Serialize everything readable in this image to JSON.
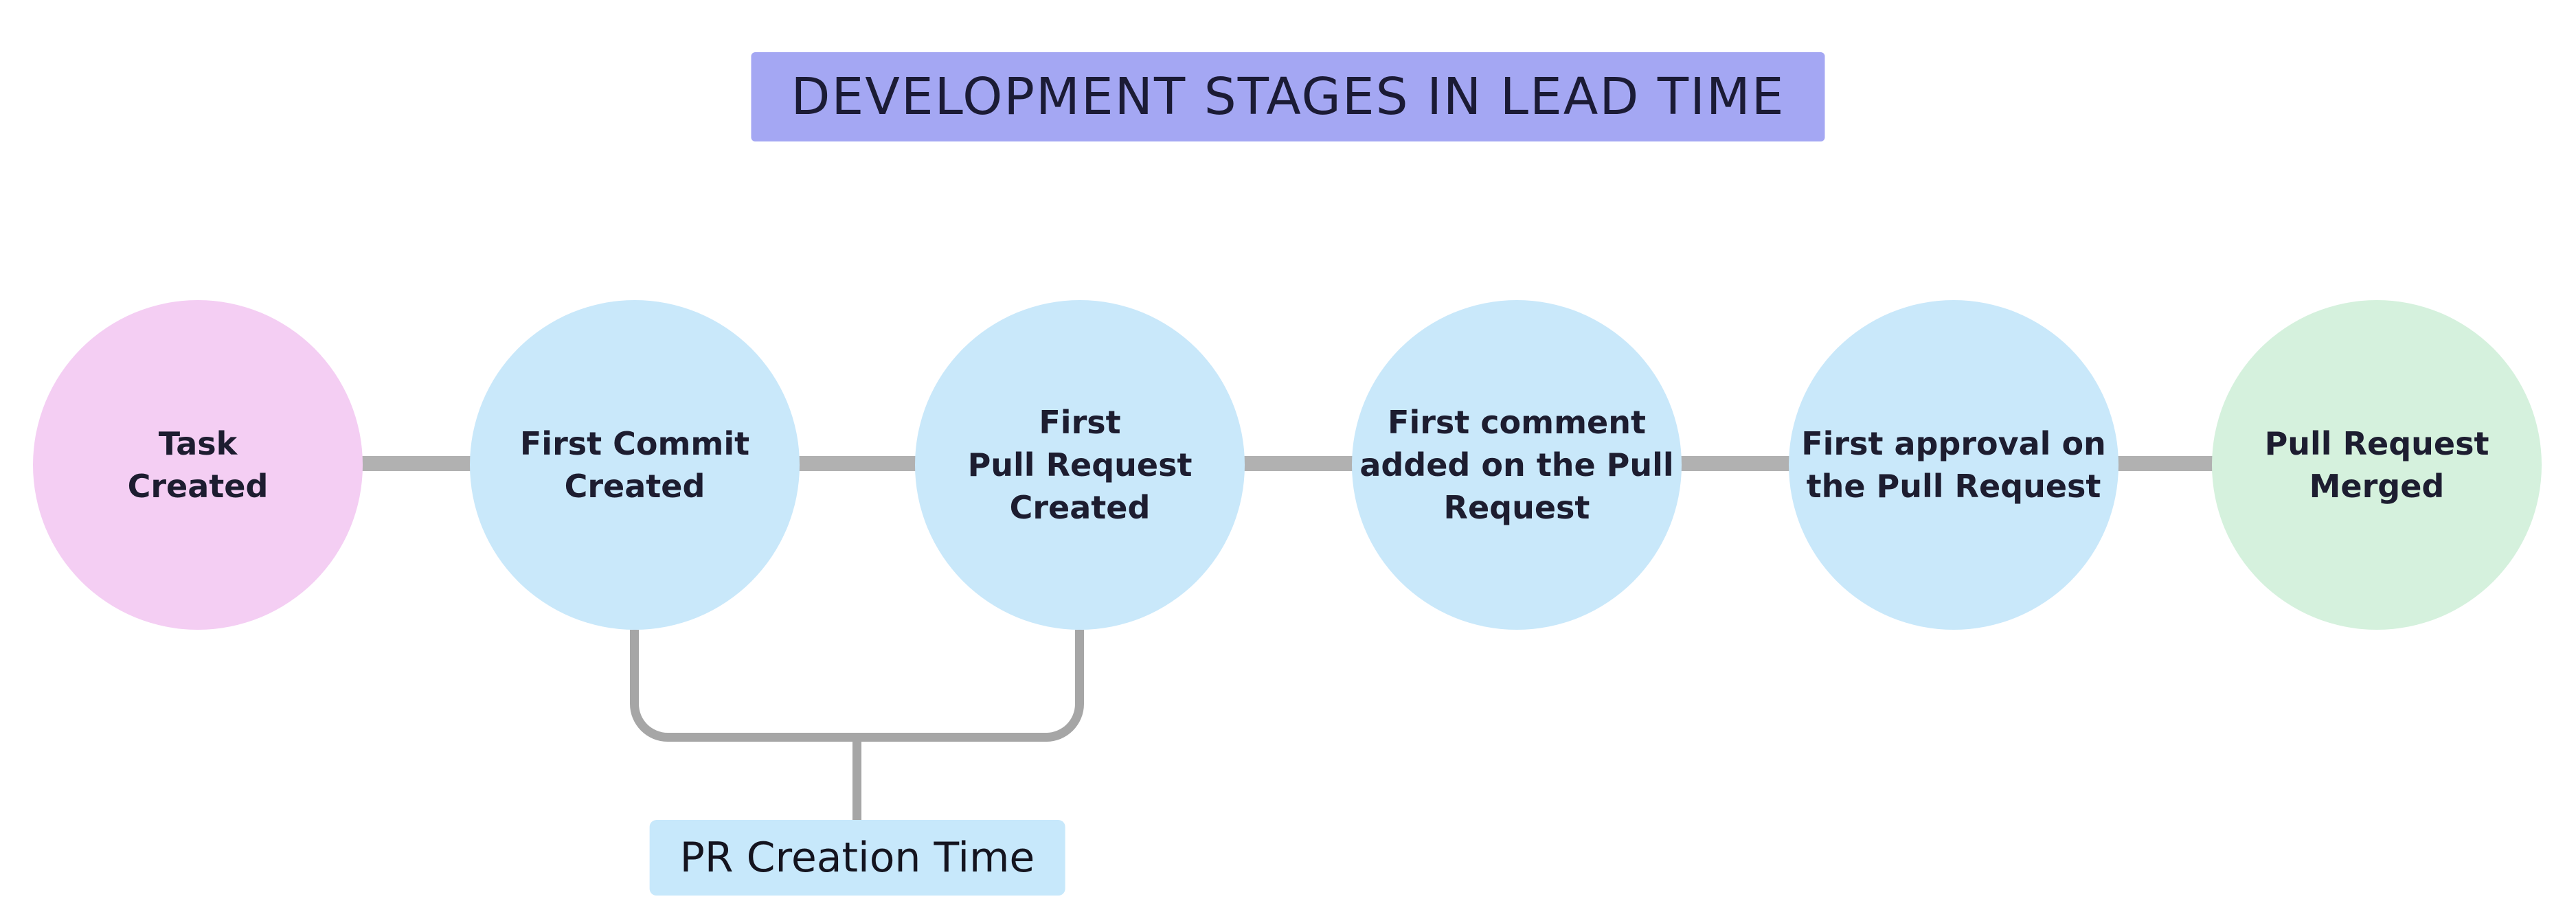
{
  "title": "DEVELOPMENT STAGES IN LEAD TIME",
  "stages": [
    {
      "label": "Task\nCreated",
      "color": "#f4cef3"
    },
    {
      "label": "First Commit\nCreated",
      "color": "#c9e8fa"
    },
    {
      "label": "First\nPull Request\nCreated",
      "color": "#c9e8fa"
    },
    {
      "label": "First comment\nadded on the Pull\nRequest",
      "color": "#c9e8fa"
    },
    {
      "label": "First approval on\nthe Pull Request",
      "color": "#c9e8fa"
    },
    {
      "label": "Pull Request\nMerged",
      "color": "#d5f1dd"
    }
  ],
  "annotation": {
    "label": "PR Creation Time",
    "background": "#c7e8fb"
  },
  "colors": {
    "title_bg": "#a4a7f3",
    "connector": "#b1b1b1",
    "bracket": "#a6a6a6",
    "text": "#1d1d30"
  }
}
